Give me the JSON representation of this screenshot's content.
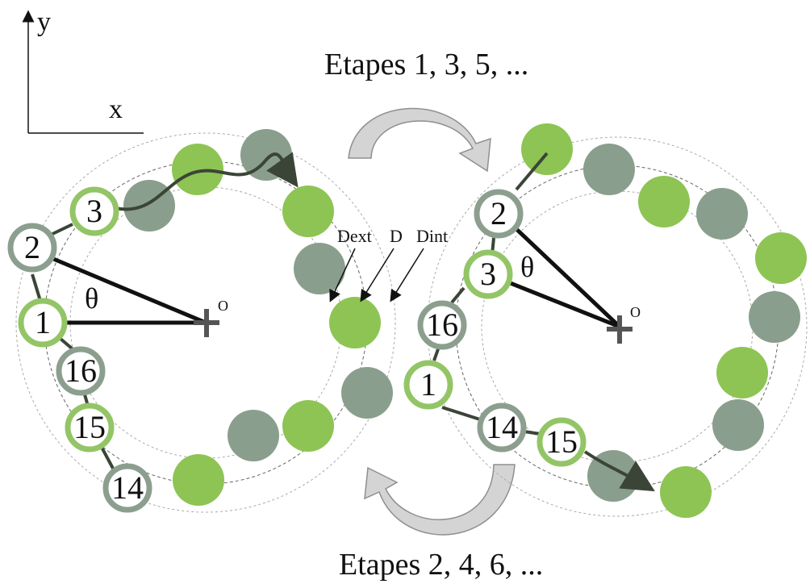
{
  "axes": {
    "y_label": "y",
    "x_label": "x"
  },
  "steps_top": "Etapes 1, 3, 5, ...",
  "steps_bottom": "Etapes 2, 4, 6, ...",
  "dim_labels": {
    "dext": "Dext",
    "d": "D",
    "dint": "Dint"
  },
  "angle_symbol": "θ",
  "center_symbol": "O",
  "left_ring": {
    "labeled_nodes": [
      "1",
      "2",
      "3",
      "16",
      "15",
      "14"
    ]
  },
  "right_ring": {
    "labeled_nodes": [
      "2",
      "3",
      "16",
      "1",
      "14",
      "15"
    ]
  },
  "colors": {
    "green": "#8dc453",
    "gray_green": "#8a9e8d",
    "node_ring_green": "#93c566",
    "node_ring_gray": "#8c9f8f",
    "chain": "#3b4537",
    "ring_dash": "#aaaaaa",
    "rotation_arrow": "#bdbdbd"
  }
}
